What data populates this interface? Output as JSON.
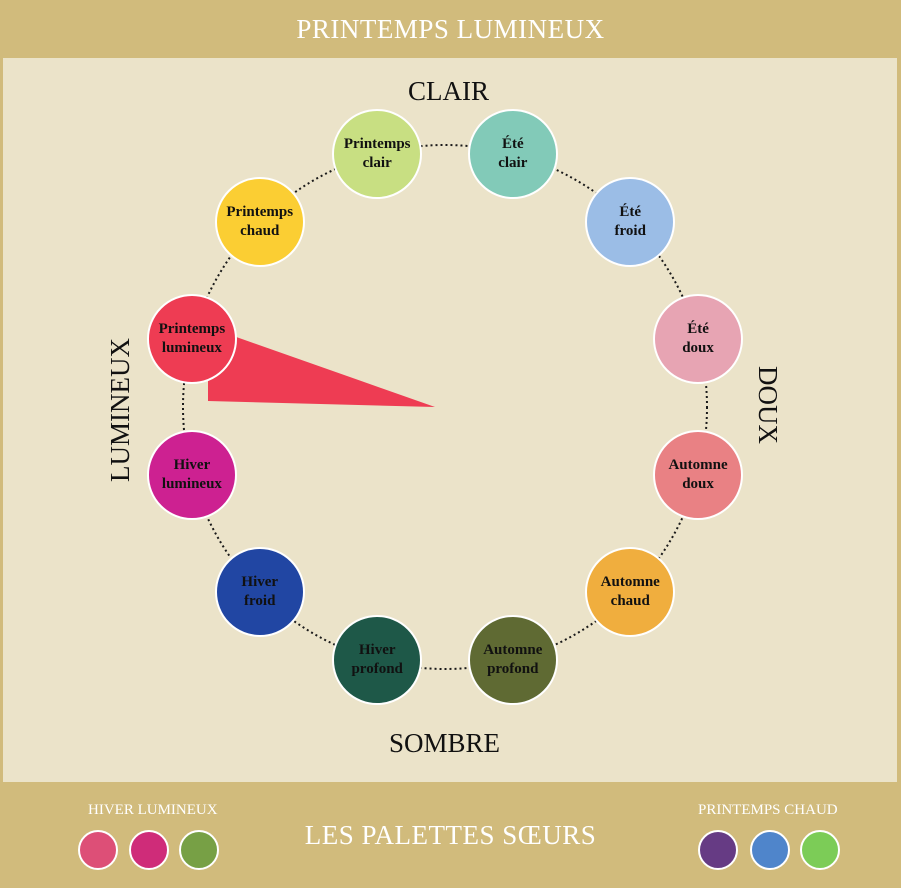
{
  "header": {
    "title": "PRINTEMPS LUMINEUX"
  },
  "axes": {
    "top": "CLAIR",
    "right": "DOUX",
    "bottom": "SOMBRE",
    "left": "LUMINEUX"
  },
  "seasons": [
    {
      "lines": [
        "Printemps",
        "clair"
      ],
      "color": "#c8df82"
    },
    {
      "lines": [
        "Été",
        "clair"
      ],
      "color": "#82cab8"
    },
    {
      "lines": [
        "Été",
        "froid"
      ],
      "color": "#9bbde6"
    },
    {
      "lines": [
        "Été",
        "doux"
      ],
      "color": "#e7a4b3"
    },
    {
      "lines": [
        "Automne",
        "doux"
      ],
      "color": "#e98184"
    },
    {
      "lines": [
        "Automne",
        "chaud"
      ],
      "color": "#f0ae3e"
    },
    {
      "lines": [
        "Automne",
        "profond"
      ],
      "color": "#5f6a33"
    },
    {
      "lines": [
        "Hiver",
        "profond"
      ],
      "color": "#1e5848"
    },
    {
      "lines": [
        "Hiver",
        "froid"
      ],
      "color": "#2146a3"
    },
    {
      "lines": [
        "Hiver",
        "lumineux"
      ],
      "color": "#cd2191"
    },
    {
      "lines": [
        "Printemps",
        "lumineux"
      ],
      "color": "#ee3c53"
    },
    {
      "lines": [
        "Printemps",
        "chaud"
      ],
      "color": "#fbce33"
    }
  ],
  "footer": {
    "title": "LES PALETTES SŒURS",
    "left_palette": {
      "label": "HIVER LUMINEUX",
      "colors": [
        "#dd4f77",
        "#cf2c79",
        "#77a045"
      ]
    },
    "right_palette": {
      "label": "PRINTEMPS CHAUD",
      "colors": [
        "#663b84",
        "#4f85cb",
        "#7ccc57"
      ]
    }
  },
  "colors": {
    "gold": "#d1bb7c",
    "background": "#ebe3c9",
    "pointer": "#ee3c53"
  }
}
